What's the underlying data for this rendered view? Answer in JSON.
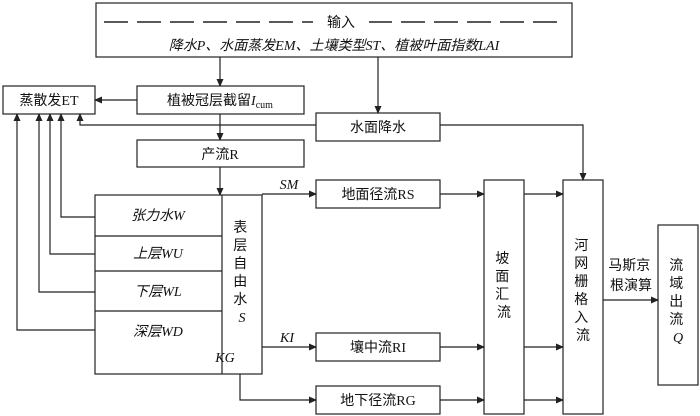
{
  "input": {
    "title": "输入",
    "items": "降水P、水面蒸发EM、土壤类型ST、植被叶面指数LAI"
  },
  "evapotranspiration": "蒸散发ET",
  "canopy": {
    "label": "植被冠层截留",
    "symbol": "I",
    "subscript": "cum"
  },
  "water_surface_rain": "水面降水",
  "runoff_gen": "产流R",
  "storage": {
    "tension": "张力水W",
    "upper": "上层WU",
    "lower": "下层WL",
    "deep": "深层WD",
    "free_water": [
      "表",
      "层",
      "自",
      "由",
      "水",
      "S"
    ]
  },
  "flows": {
    "sm": "SM",
    "ki": "KI",
    "kg": "KG",
    "surface_runoff": "地面径流RS",
    "interflow": "壤中流RI",
    "groundwater": "地下径流RG"
  },
  "slope_routing": [
    "坡",
    "面",
    "汇",
    "流"
  ],
  "grid_inflow": [
    "河",
    "网",
    "栅",
    "格",
    "入",
    "流"
  ],
  "muskingum": [
    "马斯京",
    "根演算"
  ],
  "outflow": [
    "流",
    "域",
    "出",
    "流",
    "Q"
  ]
}
